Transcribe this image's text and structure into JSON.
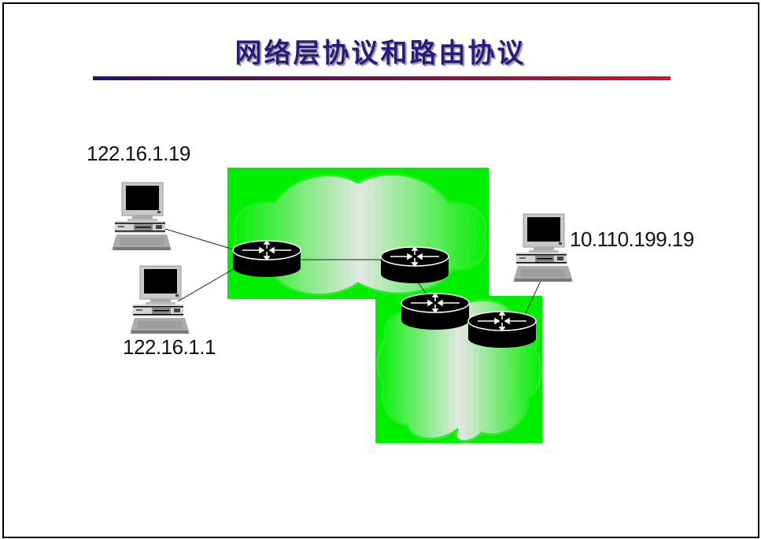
{
  "slide": {
    "title": "网络层协议和路由协议",
    "title_color": "#2a1b7a",
    "rule_gradient": [
      "#2a1070",
      "#e01020"
    ]
  },
  "hosts": [
    {
      "id": "host-a",
      "ip": "122.16.1.19"
    },
    {
      "id": "host-b",
      "ip": "122.16.1.1"
    },
    {
      "id": "host-c",
      "ip": "10.110.199.19"
    }
  ],
  "networks": [
    {
      "id": "cloud-1",
      "color": "#00ff00"
    },
    {
      "id": "cloud-2",
      "color": "#00ff00"
    }
  ],
  "routers": [
    {
      "id": "router-1"
    },
    {
      "id": "router-2"
    },
    {
      "id": "router-3"
    },
    {
      "id": "router-4"
    }
  ]
}
